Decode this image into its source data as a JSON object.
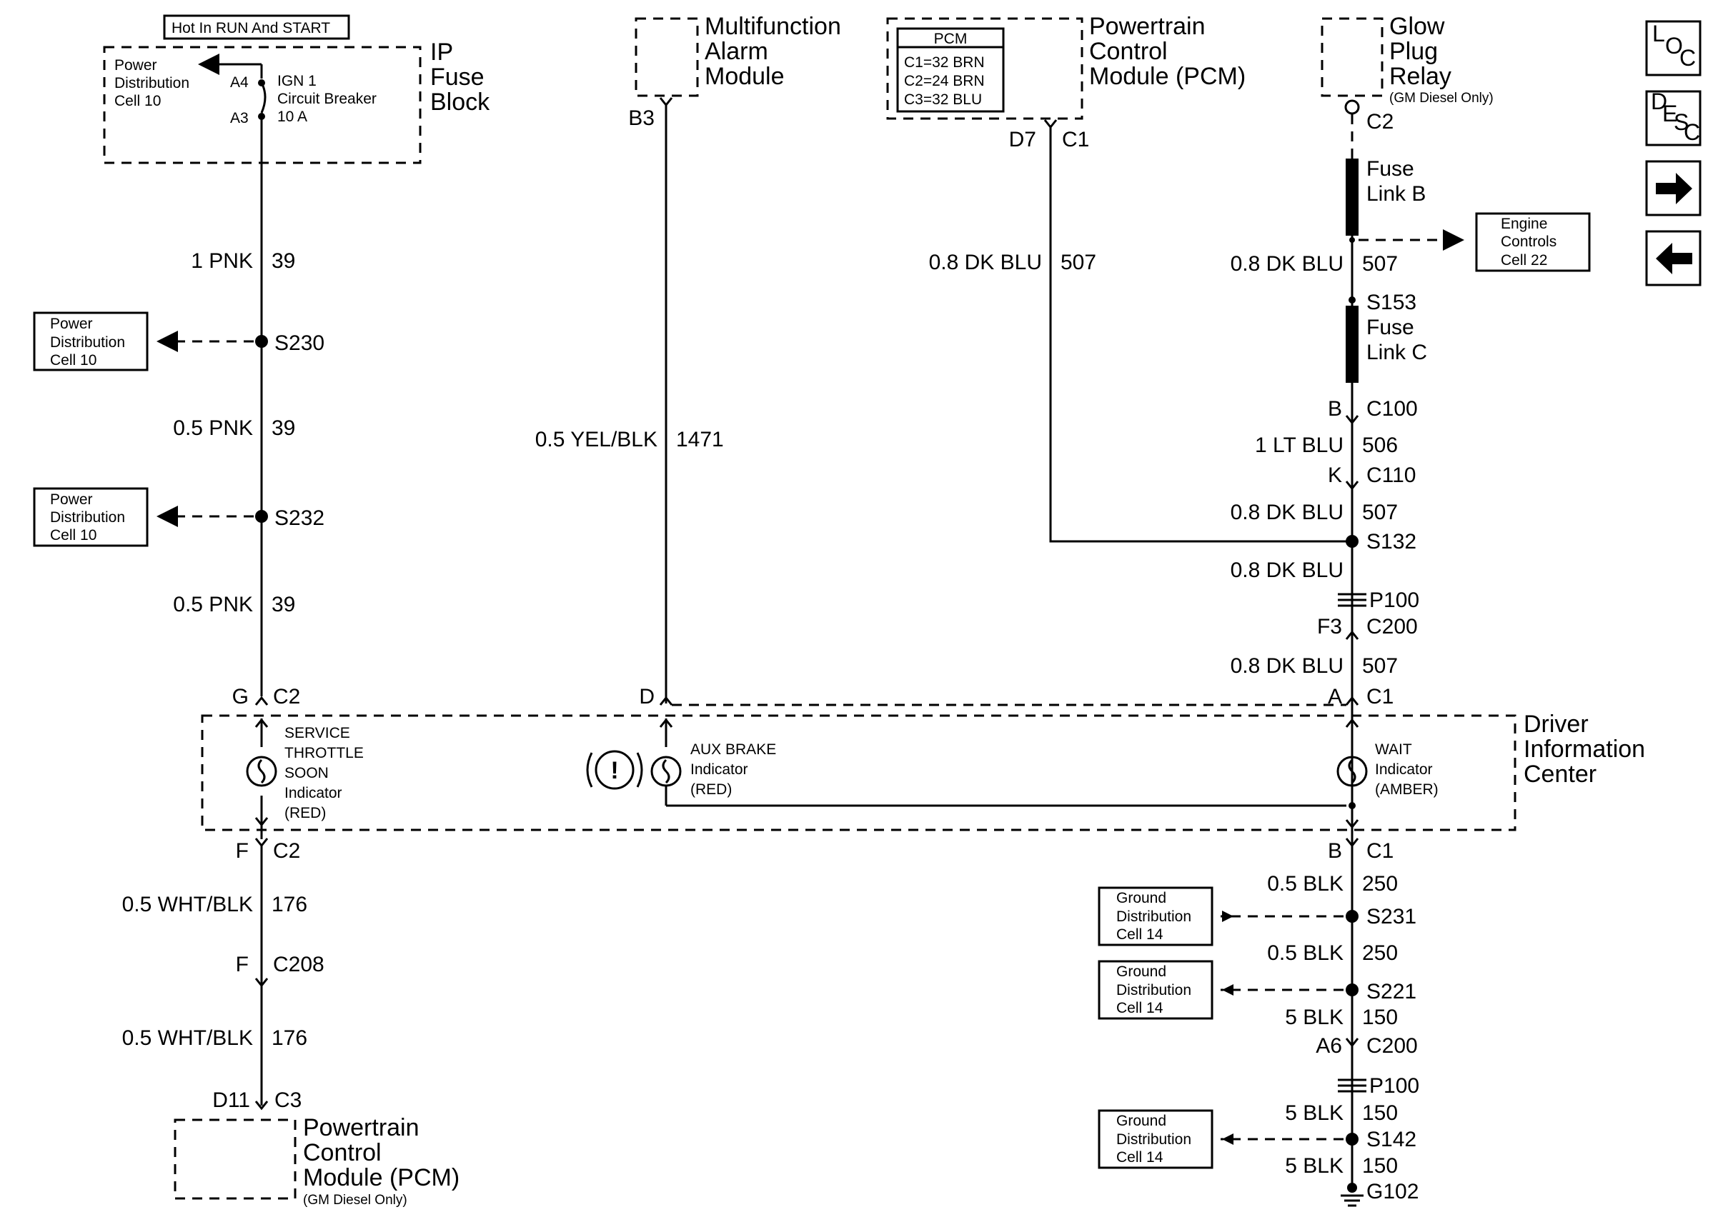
{
  "nav_buttons": {
    "loc": {
      "top": "L",
      "mid": "O",
      "bot": "C"
    },
    "desc": {
      "top": "D",
      "mid": "E",
      "s": "S",
      "bot": "C"
    }
  },
  "top": {
    "hot_label": "Hot In RUN And START",
    "ipfuse": {
      "l1": "IP",
      "l2": "Fuse",
      "l3": "Block"
    },
    "pwrdist": {
      "l1": "Power",
      "l2": "Distribution",
      "l3": "Cell 10"
    },
    "a4": "A4",
    "a3": "A3",
    "ign": {
      "l1": "IGN 1",
      "l2": "Circuit Breaker",
      "l3": "10 A"
    },
    "mam": {
      "l1": "Multifunction",
      "l2": "Alarm",
      "l3": "Module"
    },
    "pcm_table": {
      "head": "PCM",
      "r1": "C1=32 BRN",
      "r2": "C2=24 BRN",
      "r3": "C3=32 BLU"
    },
    "pcm": {
      "l1": "Powertrain",
      "l2": "Control",
      "l3": "Module (PCM)"
    },
    "gpr": {
      "l1": "Glow",
      "l2": "Plug",
      "l3": "Relay",
      "l4": "(GM Diesel Only)"
    }
  },
  "col1": {
    "w1": {
      "color": "1 PNK",
      "num": "39"
    },
    "s230": "S230",
    "ref1": {
      "l1": "Power",
      "l2": "Distribution",
      "l3": "Cell 10"
    },
    "w2": {
      "color": "0.5 PNK",
      "num": "39"
    },
    "s232": "S232",
    "ref2": {
      "l1": "Power",
      "l2": "Distribution",
      "l3": "Cell 10"
    },
    "w3": {
      "color": "0.5 PNK",
      "num": "39"
    },
    "g": "G",
    "c2a": "C2",
    "ind": {
      "l1": "SERVICE",
      "l2": "THROTTLE",
      "l3": "SOON",
      "l4": "Indicator",
      "l5": "(RED)"
    },
    "f1": "F",
    "c2b": "C2",
    "w4": {
      "color": "0.5 WHT/BLK",
      "num": "176"
    },
    "f2": "F",
    "c208": "C208",
    "w5": {
      "color": "0.5 WHT/BLK",
      "num": "176"
    },
    "d11": "D11",
    "c3": "C3",
    "pcm2": {
      "l1": "Powertrain",
      "l2": "Control",
      "l3": "Module (PCM)",
      "l4": "(GM Diesel Only)"
    }
  },
  "col2": {
    "b3": "B3",
    "w1": {
      "color": "0.5 YEL/BLK",
      "num": "1471"
    },
    "d": "D",
    "ind": {
      "l1": "AUX BRAKE",
      "l2": "Indicator",
      "l3": "(RED)"
    },
    "warn": "!"
  },
  "col3": {
    "d7": "D7",
    "c1": "C1",
    "w1": {
      "color": "0.8 DK BLU",
      "num": "507"
    }
  },
  "col4": {
    "c2": "C2",
    "flb": {
      "l1": "Fuse",
      "l2": "Link B"
    },
    "ecref": {
      "l1": "Engine",
      "l2": "Controls",
      "l3": "Cell 22"
    },
    "w1": {
      "color": "0.8 DK BLU",
      "num": "507"
    },
    "s153": "S153",
    "flc": {
      "l1": "Fuse",
      "l2": "Link C"
    },
    "b": "B",
    "c100": "C100",
    "w2": {
      "color": "1 LT BLU",
      "num": "506"
    },
    "k": "K",
    "c110": "C110",
    "w3": {
      "color": "0.8 DK BLU",
      "num": "507"
    },
    "s132": "S132",
    "w4": {
      "color": "0.8 DK BLU"
    },
    "p100a": "P100",
    "f3": "F3",
    "c200a": "C200",
    "w5": {
      "color": "0.8 DK BLU",
      "num": "507"
    },
    "a": "A",
    "c1a": "C1",
    "ind": {
      "l1": "WAIT",
      "l2": "Indicator",
      "l3": "(AMBER)"
    },
    "dic": {
      "l1": "Driver",
      "l2": "Information",
      "l3": "Center"
    },
    "b2": "B",
    "c1b": "C1",
    "w6": {
      "color": "0.5 BLK",
      "num": "250"
    },
    "s231": "S231",
    "g1": {
      "l1": "Ground",
      "l2": "Distribution",
      "l3": "Cell 14"
    },
    "w7": {
      "color": "0.5 BLK",
      "num": "250"
    },
    "s221": "S221",
    "g2": {
      "l1": "Ground",
      "l2": "Distribution",
      "l3": "Cell 14"
    },
    "w8": {
      "color": "5 BLK",
      "num": "150"
    },
    "a6": "A6",
    "c200b": "C200",
    "p100b": "P100",
    "w9": {
      "color": "5 BLK",
      "num": "150"
    },
    "s142": "S142",
    "g3": {
      "l1": "Ground",
      "l2": "Distribution",
      "l3": "Cell 14"
    },
    "w10": {
      "color": "5 BLK",
      "num": "150"
    },
    "g102": "G102"
  }
}
